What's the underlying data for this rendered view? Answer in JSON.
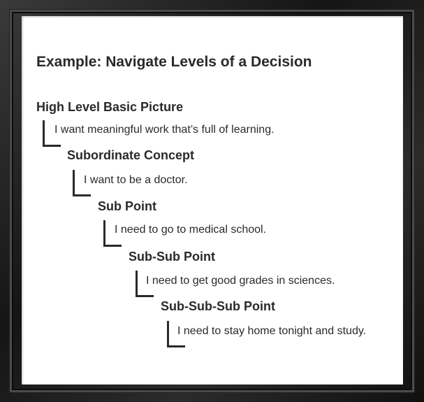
{
  "title": "Example: Navigate Levels of a Decision",
  "levels": [
    {
      "heading": "High Level Basic Picture",
      "text": "I want meaningful work that’s full of learning."
    },
    {
      "heading": "Subordinate Concept",
      "text": "I want to be a doctor."
    },
    {
      "heading": "Sub Point",
      "text": "I need to go to medical school."
    },
    {
      "heading": "Sub-Sub Point",
      "text": "I need to get good grades in sciences."
    },
    {
      "heading": "Sub-Sub-Sub Point",
      "text": "I need to stay home tonight and study."
    }
  ]
}
